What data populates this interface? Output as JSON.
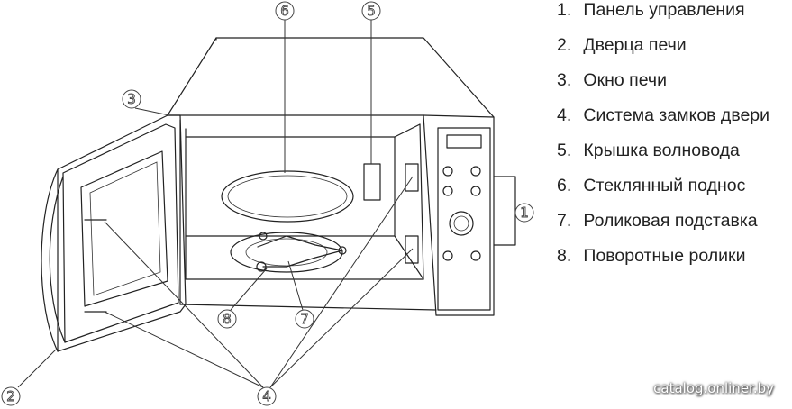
{
  "callouts": [
    "1",
    "2",
    "3",
    "4",
    "5",
    "6",
    "7",
    "8"
  ],
  "legend": [
    {
      "num": "1.",
      "text": "Панель управления"
    },
    {
      "num": "2.",
      "text": "Дверца печи"
    },
    {
      "num": "3.",
      "text": "Окно печи"
    },
    {
      "num": "4.",
      "text": "Система замков двери"
    },
    {
      "num": "5.",
      "text": "Крышка волновода"
    },
    {
      "num": "6.",
      "text": "Стеклянный поднос"
    },
    {
      "num": "7.",
      "text": "Роликовая подставка"
    },
    {
      "num": "8.",
      "text": "Поворотные ролики"
    }
  ],
  "watermark": "catalog.onliner.by"
}
